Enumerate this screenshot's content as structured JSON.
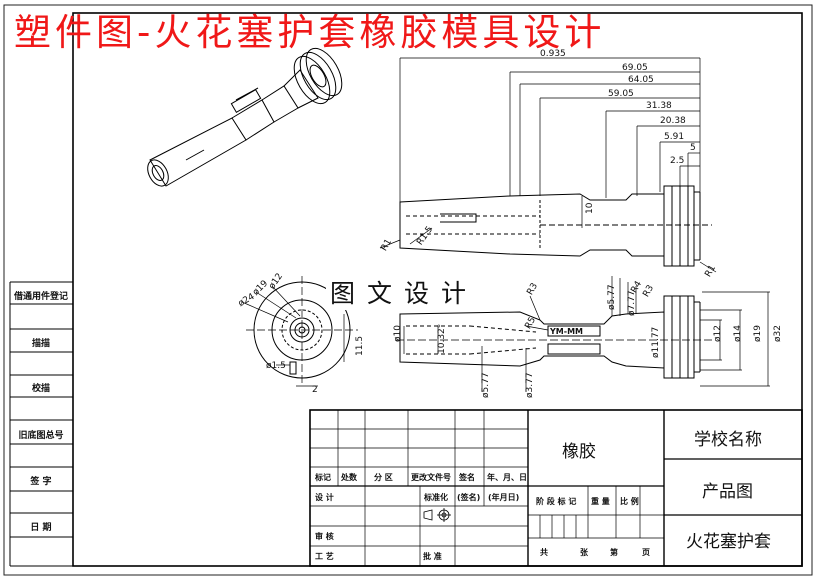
{
  "header_title": "塑件图-火花塞护套橡胶模具设计",
  "watermark": "图文设计",
  "side_column": [
    "借通用件登记",
    "描描",
    "校描",
    "旧底图总号",
    "签 字",
    "日 期"
  ],
  "dimensions": {
    "top_view_lengths": [
      "69.05",
      "64.05",
      "59.05",
      "31.38",
      "20.38",
      "5.91",
      "2.5",
      "5"
    ],
    "top_view_partial": "0.935",
    "top_view_other": [
      "R1",
      "R1.5",
      "10",
      "R1"
    ],
    "end_view": [
      "ø24",
      "ø19",
      "ø12",
      "ø1.5",
      "11.5",
      "2"
    ],
    "section_view": [
      "R3",
      "R5",
      "ø10",
      "10.32°",
      "ø5.77",
      "ø3.77",
      "ø5.77",
      "ø7.77",
      "ø11.77",
      "R4",
      "R3",
      "ø12",
      "ø14",
      "ø19",
      "ø32"
    ]
  },
  "section_label": "YM-MM",
  "title_block": {
    "revision_headers": [
      "标记",
      "处数",
      "分 区",
      "更改文件号",
      "签名",
      "年、月、日"
    ],
    "sign_rows": [
      "设 计",
      "审 核",
      "工 艺"
    ],
    "standardize": "标准化",
    "sign_col": "(签名)",
    "date_col": "(年月日)",
    "approve": "批 准",
    "stage_headers": [
      "阶 段 标 记",
      "重 量",
      "比 例"
    ],
    "sheet_info": [
      "共",
      "张",
      "第",
      "页"
    ],
    "material": "橡胶",
    "school": "学校名称",
    "drawing_type": "产品图",
    "part_name": "火花塞护套"
  }
}
